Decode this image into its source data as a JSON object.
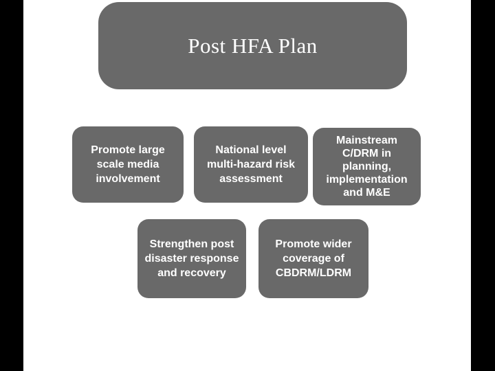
{
  "slide": {
    "title": "Post HFA Plan",
    "boxes": [
      {
        "name": "promote-media",
        "label": "Promote large\nscale media\ninvolvement"
      },
      {
        "name": "national-risk-assessment",
        "label": "National level\nmulti-hazard risk\nassessment"
      },
      {
        "name": "mainstream-cdrm",
        "label": "Mainstream\nC/DRM in\nplanning,\nimplementation\nand M&E"
      },
      {
        "name": "post-disaster-response",
        "label": "Strengthen post\ndisaster response\nand recovery"
      },
      {
        "name": "cbdrm-coverage",
        "label": "Promote wider\ncoverage of\nCBDRM/LDRM"
      }
    ],
    "colors": {
      "background": "#ffffff",
      "letterbox": "#000000",
      "box_fill": "#696969",
      "box_text": "#ffffff"
    }
  }
}
